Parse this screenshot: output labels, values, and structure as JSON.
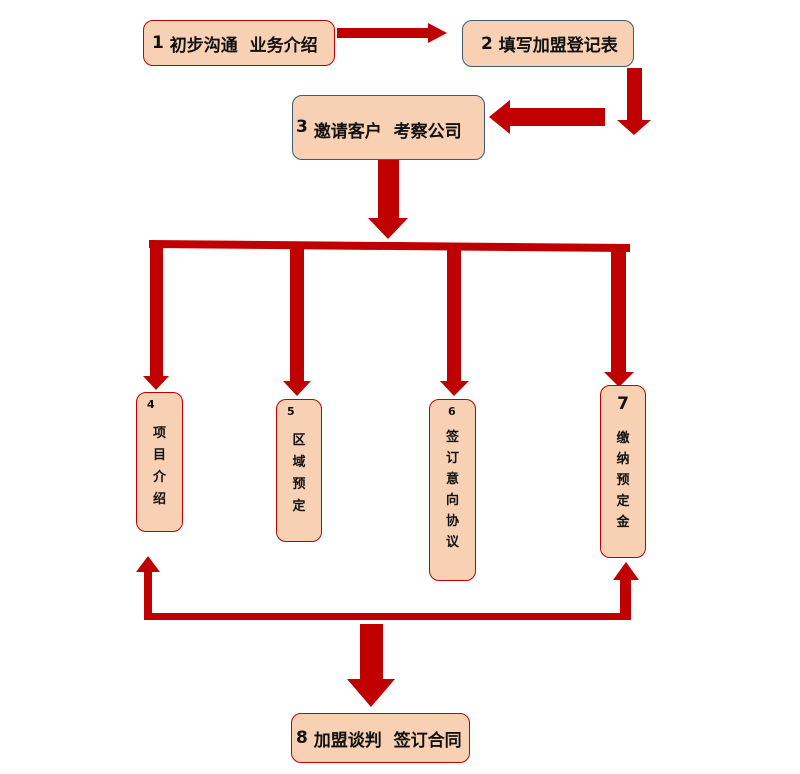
{
  "colors": {
    "arrow": "#c00000",
    "box_fill": "#f8d0b4",
    "box_border_red": "#c00000",
    "box_border_blue": "#3f5a70"
  },
  "steps": [
    {
      "num": "1",
      "label": "初步沟通  业务介绍"
    },
    {
      "num": "2",
      "label": "填写加盟登记表"
    },
    {
      "num": "3",
      "label": "邀请客户  考察公司"
    },
    {
      "num": "4",
      "chars": [
        "项",
        "目",
        "介",
        "绍"
      ]
    },
    {
      "num": "5",
      "chars": [
        "区",
        "域",
        "预",
        "定"
      ]
    },
    {
      "num": "6",
      "chars": [
        "签",
        "订",
        "意",
        "向",
        "协",
        "议"
      ]
    },
    {
      "num": "7",
      "chars": [
        "缴",
        "纳",
        "预",
        "定",
        "金"
      ]
    },
    {
      "num": "8",
      "label": "加盟谈判  签订合同"
    }
  ]
}
